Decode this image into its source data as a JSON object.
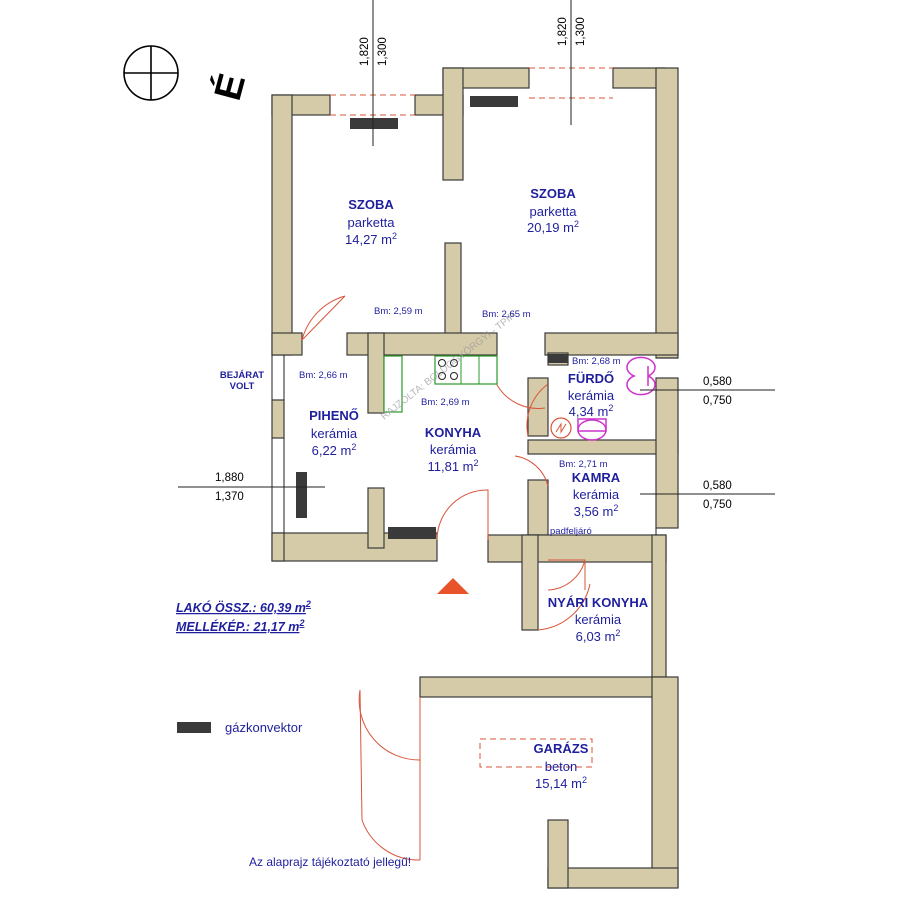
{
  "orientation": {
    "label": "É"
  },
  "rooms": [
    {
      "id": "szoba-1",
      "name": "SZOBA",
      "floor": "parketta",
      "area": "14,27 m",
      "unit_sup": "2"
    },
    {
      "id": "szoba-2",
      "name": "SZOBA",
      "floor": "parketta",
      "area": "20,19 m",
      "unit_sup": "2"
    },
    {
      "id": "furdo",
      "name": "FÜRDŐ",
      "floor": "kerámia",
      "area": "4,34 m",
      "unit_sup": "2"
    },
    {
      "id": "piheno",
      "name": "PIHENŐ",
      "floor": "kerámia",
      "area": "6,22 m",
      "unit_sup": "2"
    },
    {
      "id": "konyha",
      "name": "KONYHA",
      "floor": "kerámia",
      "area": "11,81 m",
      "unit_sup": "2"
    },
    {
      "id": "kamra",
      "name": "KAMRA",
      "floor": "kerámia",
      "area": "3,56 m",
      "unit_sup": "2"
    },
    {
      "id": "nyari-konyha",
      "name": "NYÁRI KONYHA",
      "floor": "kerámia",
      "area": "6,03 m",
      "unit_sup": "2"
    },
    {
      "id": "garazs",
      "name": "GARÁZS",
      "floor": "beton",
      "area": "15,14 m",
      "unit_sup": "2"
    }
  ],
  "heights": [
    "Bm: 2,59 m",
    "Bm: 2,65 m",
    "Bm: 2,68 m",
    "Bm: 2,66 m",
    "Bm: 2,69 m",
    "Bm: 2,71 m"
  ],
  "dimensions": {
    "top_left": [
      "1,820",
      "1,300"
    ],
    "top_right": [
      "1,820",
      "1,300"
    ],
    "right_upper": [
      "0,580",
      "0,750"
    ],
    "right_lower": [
      "0,580",
      "0,750"
    ],
    "left": [
      "1,880",
      "1,370"
    ]
  },
  "labels": {
    "entrance_line1": "BEJÁRAT",
    "entrance_line2": "VOLT",
    "attic_access": "padfeljáró",
    "watermark": "RAJZOLTA: BOLDOGYÖRGYI - TPIP"
  },
  "totals": {
    "living": "LAKÓ ÖSSZ.: 60,39 m",
    "auxiliary": "MELLÉKÉP.: 21,17 m",
    "unit_sup": "2"
  },
  "legend": {
    "heater_label": "gázkonvektor"
  },
  "footer_note": "Az alaprajz tájékoztató jellegű!",
  "colors": {
    "wall": "#d6cba8",
    "text": "#1f1f9e",
    "door": "#d8543a",
    "entrance_marker": "#e8532c",
    "kitchen_fixture": "#2a9a2a",
    "sanitary": "#cc33cc",
    "heater": "#3a3a3a"
  }
}
